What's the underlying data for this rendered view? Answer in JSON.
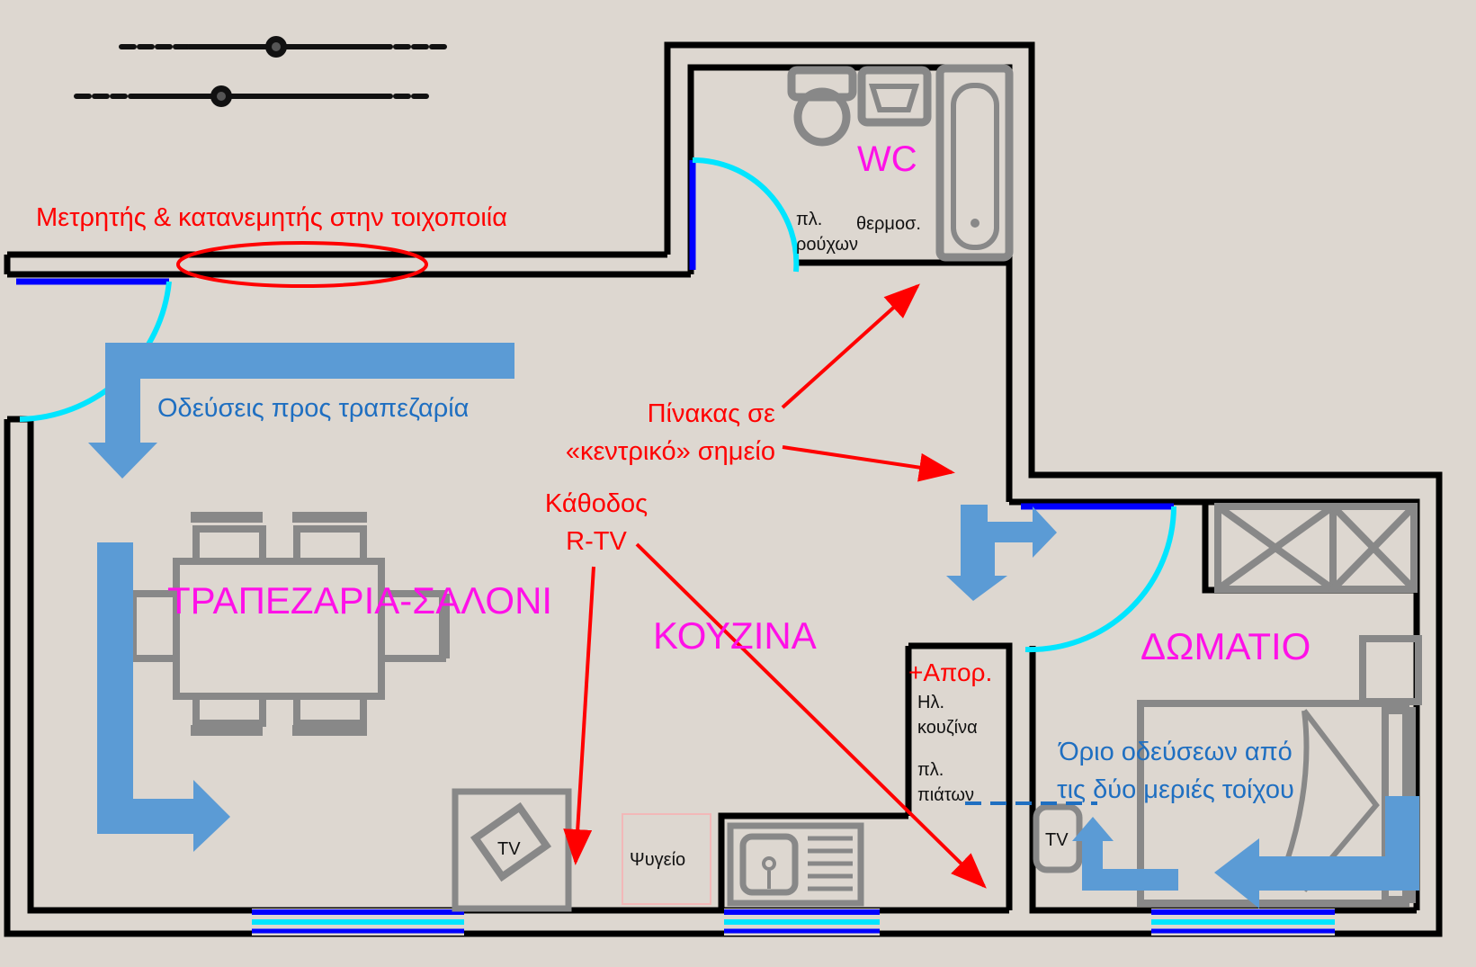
{
  "colors": {
    "background": "#ddd7d0",
    "wall": "#000000",
    "door_swing": "#00e5ff",
    "window": "#0000ff",
    "fixture": "#888888",
    "room_label": "#ff10e8",
    "annotation_red": "#ff0000",
    "annotation_blue": "#1f6fc1",
    "route_arrow": "#5b9bd5"
  },
  "rooms": {
    "dining_living": "ΤΡΑΠΕΖΑΡΙΑ-ΣΑΛΟΝΙ",
    "kitchen": "ΚΟΥΖΙΝΑ",
    "bedroom": "ΔΩΜΑΤΙΟ",
    "wc": "WC"
  },
  "fixtures": {
    "washing_machine_line1": "πλ.",
    "washing_machine_line2": "ρούχων",
    "water_heater": "θερμοσ.",
    "tv_living": "TV",
    "tv_bedroom": "TV",
    "fridge": "Ψυγείο",
    "electric_stove_line1": "Ηλ.",
    "electric_stove_line2": "κουζίνα",
    "dishwasher_line1": "πλ.",
    "dishwasher_line2": "πιάτων"
  },
  "annotations": {
    "meter_distributor": "Μετρητής & κατανεμητής στην τοιχοποιία",
    "routes_dining": "Οδεύσεις προς τραπεζαρία",
    "panel_line1": "Πίνακας σε",
    "panel_line2": "«κεντρικό» σημείο",
    "rtv_line1": "Κάθοδος",
    "rtv_line2": "R-TV",
    "extraction": "+Απορ.",
    "limit_line1": "Όριο οδεύσεων από",
    "limit_line2": "τις δύο μεριές τοίχου"
  },
  "icons": [
    "toilet-icon",
    "sink-icon",
    "bathtub-icon",
    "kitchen-sink-icon",
    "wardrobe-icon",
    "bed-icon",
    "dining-table-icon"
  ]
}
